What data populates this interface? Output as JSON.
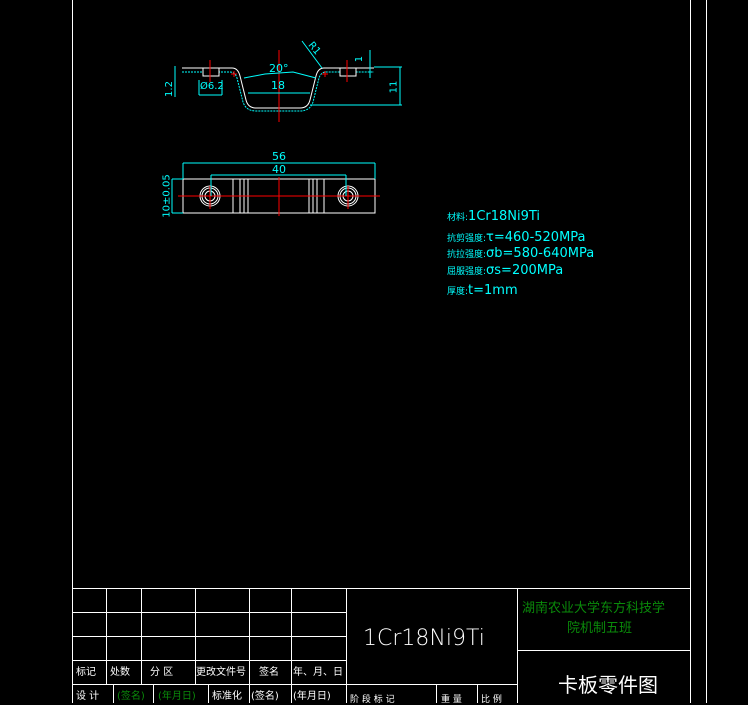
{
  "colors": {
    "background": "#000000",
    "dimension": "#00ffff",
    "outline": "#ffffff",
    "centerline": "#ff0000",
    "school": "#0a8a0a"
  },
  "side_view": {
    "dims": {
      "angle": "20°",
      "width_inner": "18",
      "hole": "Ø6.2",
      "height_left": "1.2",
      "height_right": "11",
      "thickness": "1",
      "radius": "R1"
    }
  },
  "top_view": {
    "dims": {
      "overall": "56",
      "hole_spacing": "40",
      "height": "10±0.05"
    }
  },
  "specs": [
    {
      "label": "材料:",
      "value": "1Cr18Ni9Ti"
    },
    {
      "label": "抗剪强度:",
      "value": "τ=460-520MPa"
    },
    {
      "label": "抗拉强度:",
      "value": "σb=580-640MPa"
    },
    {
      "label": "屈服强度:",
      "value": "σs=200MPa"
    },
    {
      "label": "厚度:",
      "value": "t=1mm"
    }
  ],
  "title_block": {
    "headers": [
      "标记",
      "处数",
      "分 区",
      "更改文件号",
      "签名",
      "年、月、日"
    ],
    "design_row": [
      "设 计",
      "(签名)",
      "(年月日)",
      "标准化",
      "(签名)",
      "(年月日)"
    ],
    "material": "1Cr18Ni9Ti",
    "school": "湖南农业大学东方科技学院机制五班",
    "school_line1": "湖南农业大学东方科技学",
    "school_line2": "院机制五班",
    "drawing_name": "卡板零件图",
    "stage_labels": [
      "阶 段 标 记",
      "重 量",
      "比 例"
    ]
  }
}
